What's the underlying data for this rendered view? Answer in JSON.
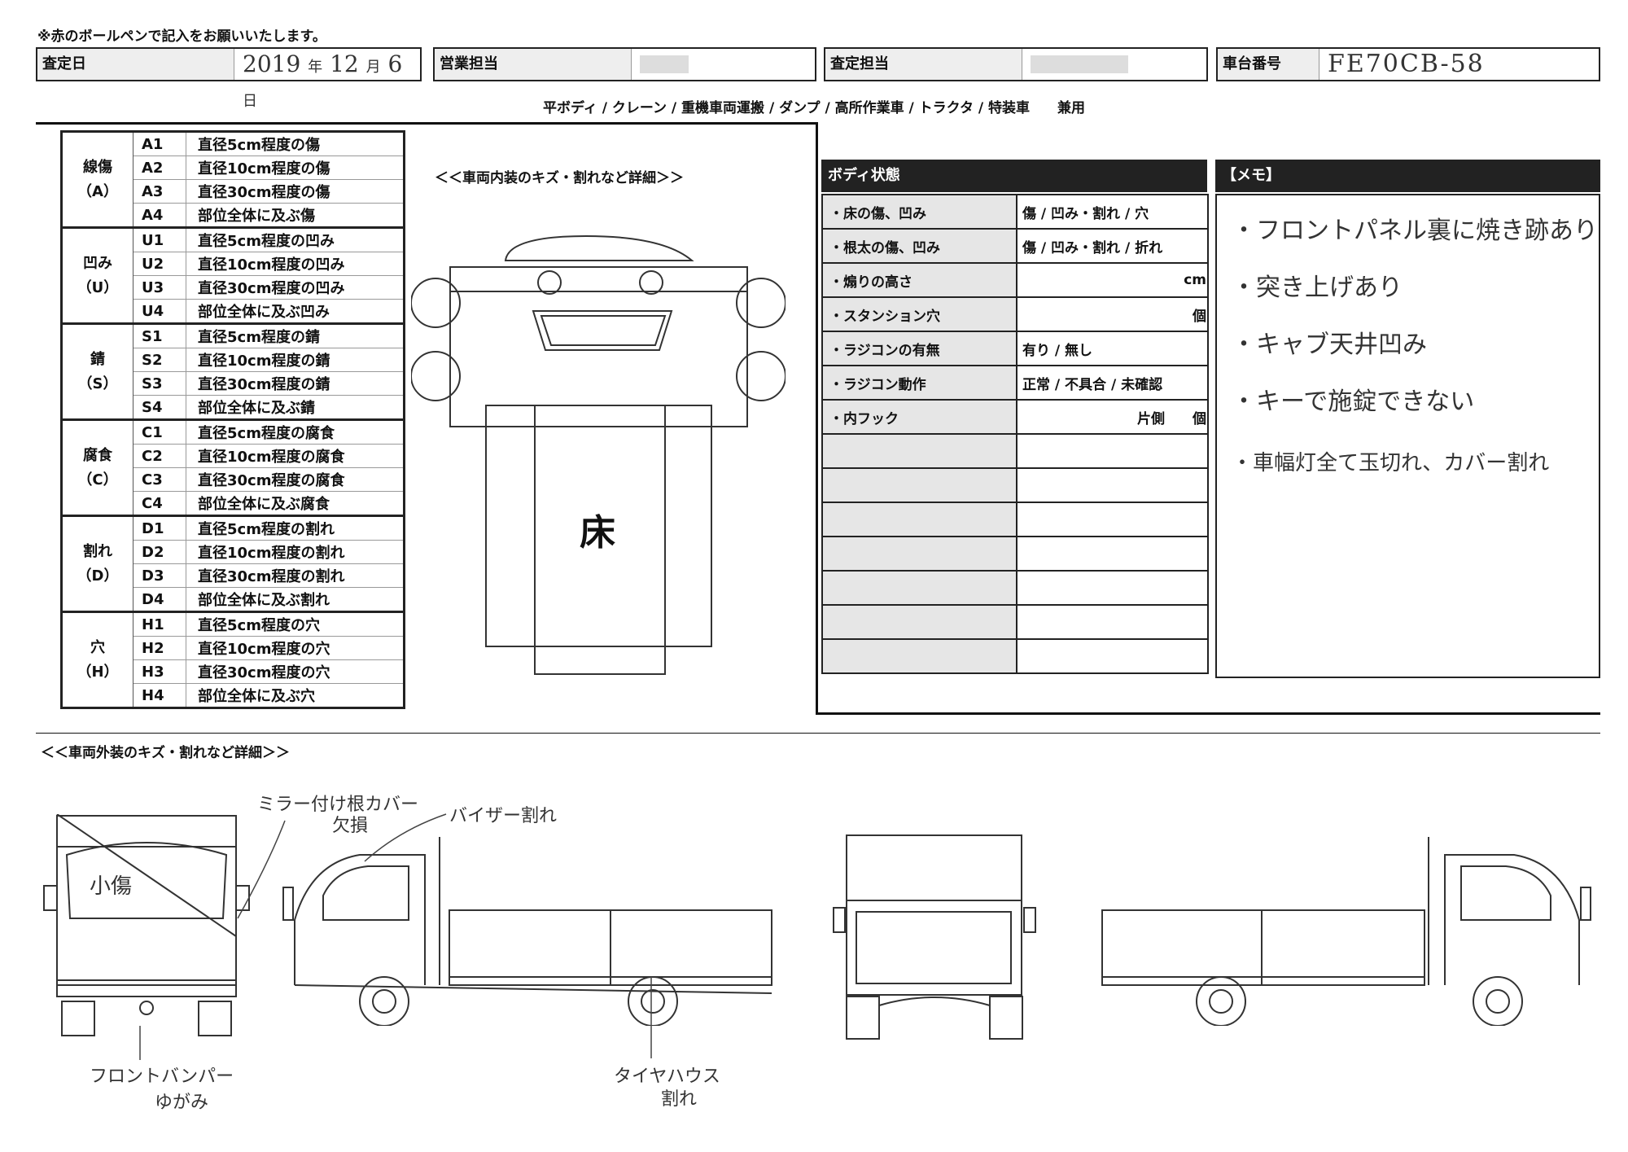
{
  "instruction": "※赤のボールペンで記入をお願いいたします。",
  "header": {
    "appraisal_date_label": "査定日",
    "year": "2019",
    "year_unit": "年",
    "month": "12",
    "month_unit": "月",
    "day": "6",
    "day_unit": "日",
    "sales_label": "営業担当",
    "appraiser_label": "査定担当",
    "chassis_label": "車台番号",
    "chassis_value": "FE70CB-58"
  },
  "body_types": "平ボディ / クレーン / 重機車両運搬 / ダンプ / 高所作業車 / トラクタ / 特装車　　兼用",
  "codes": [
    {
      "group": "線傷",
      "group_code": "（A）",
      "items": [
        {
          "code": "A1",
          "desc": "直径5cm程度の傷"
        },
        {
          "code": "A2",
          "desc": "直径10cm程度の傷"
        },
        {
          "code": "A3",
          "desc": "直径30cm程度の傷"
        },
        {
          "code": "A4",
          "desc": "部位全体に及ぶ傷"
        }
      ]
    },
    {
      "group": "凹み",
      "group_code": "（U）",
      "items": [
        {
          "code": "U1",
          "desc": "直径5cm程度の凹み"
        },
        {
          "code": "U2",
          "desc": "直径10cm程度の凹み"
        },
        {
          "code": "U3",
          "desc": "直径30cm程度の凹み"
        },
        {
          "code": "U4",
          "desc": "部位全体に及ぶ凹み"
        }
      ]
    },
    {
      "group": "錆",
      "group_code": "（S）",
      "items": [
        {
          "code": "S1",
          "desc": "直径5cm程度の錆"
        },
        {
          "code": "S2",
          "desc": "直径10cm程度の錆"
        },
        {
          "code": "S3",
          "desc": "直径30cm程度の錆"
        },
        {
          "code": "S4",
          "desc": "部位全体に及ぶ錆"
        }
      ]
    },
    {
      "group": "腐食",
      "group_code": "（C）",
      "items": [
        {
          "code": "C1",
          "desc": "直径5cm程度の腐食"
        },
        {
          "code": "C2",
          "desc": "直径10cm程度の腐食"
        },
        {
          "code": "C3",
          "desc": "直径30cm程度の腐食"
        },
        {
          "code": "C4",
          "desc": "部位全体に及ぶ腐食"
        }
      ]
    },
    {
      "group": "割れ",
      "group_code": "（D）",
      "items": [
        {
          "code": "D1",
          "desc": "直径5cm程度の割れ"
        },
        {
          "code": "D2",
          "desc": "直径10cm程度の割れ"
        },
        {
          "code": "D3",
          "desc": "直径30cm程度の割れ"
        },
        {
          "code": "D4",
          "desc": "部位全体に及ぶ割れ"
        }
      ]
    },
    {
      "group": "穴",
      "group_code": "（H）",
      "items": [
        {
          "code": "H1",
          "desc": "直径5cm程度の穴"
        },
        {
          "code": "H2",
          "desc": "直径10cm程度の穴"
        },
        {
          "code": "H3",
          "desc": "直径30cm程度の穴"
        },
        {
          "code": "H4",
          "desc": "部位全体に及ぶ穴"
        }
      ]
    }
  ],
  "interior": {
    "title": "＜＜車両内装のキズ・割れなど詳細＞＞",
    "floor_label": "床"
  },
  "body_state": {
    "title": "ボディ状態",
    "rows": [
      {
        "key": "・床の傷、凹み",
        "value": "傷 / 凹み・割れ / 穴"
      },
      {
        "key": "・根太の傷、凹み",
        "value": "傷 / 凹み・割れ / 折れ"
      },
      {
        "key": "・煽りの高さ",
        "value": "cm"
      },
      {
        "key": "・スタンション穴",
        "value": "個"
      },
      {
        "key": "・ラジコンの有無",
        "value": "有り / 無し"
      },
      {
        "key": "・ラジコン動作",
        "value": "正常 / 不具合 / 未確認"
      },
      {
        "key": "・内フック",
        "value": "片側　　個"
      },
      {
        "key": "",
        "value": ""
      },
      {
        "key": "",
        "value": ""
      },
      {
        "key": "",
        "value": ""
      },
      {
        "key": "",
        "value": ""
      },
      {
        "key": "",
        "value": ""
      },
      {
        "key": "",
        "value": ""
      },
      {
        "key": "",
        "value": ""
      }
    ]
  },
  "memo": {
    "title": "【メモ】",
    "lines": [
      "・フロントパネル裏に焼き跡あり",
      "・突き上げあり",
      "・キャブ天井凹み",
      "・キーで施錠できない",
      "・車幅灯全て玉切れ、カバー割れ"
    ]
  },
  "exterior": {
    "title": "＜＜車両外装のキズ・割れなど詳細＞＞",
    "annotations": {
      "small_scratch": "小傷",
      "mirror_cover": "ミラー付け根カバー",
      "mirror_missing": "欠損",
      "visor": "バイザー割れ",
      "bumper": "フロントバンパー",
      "bumper_dent": "ゆがみ",
      "tire_house": "タイヤハウス",
      "tire_house_crack": "割れ"
    }
  }
}
